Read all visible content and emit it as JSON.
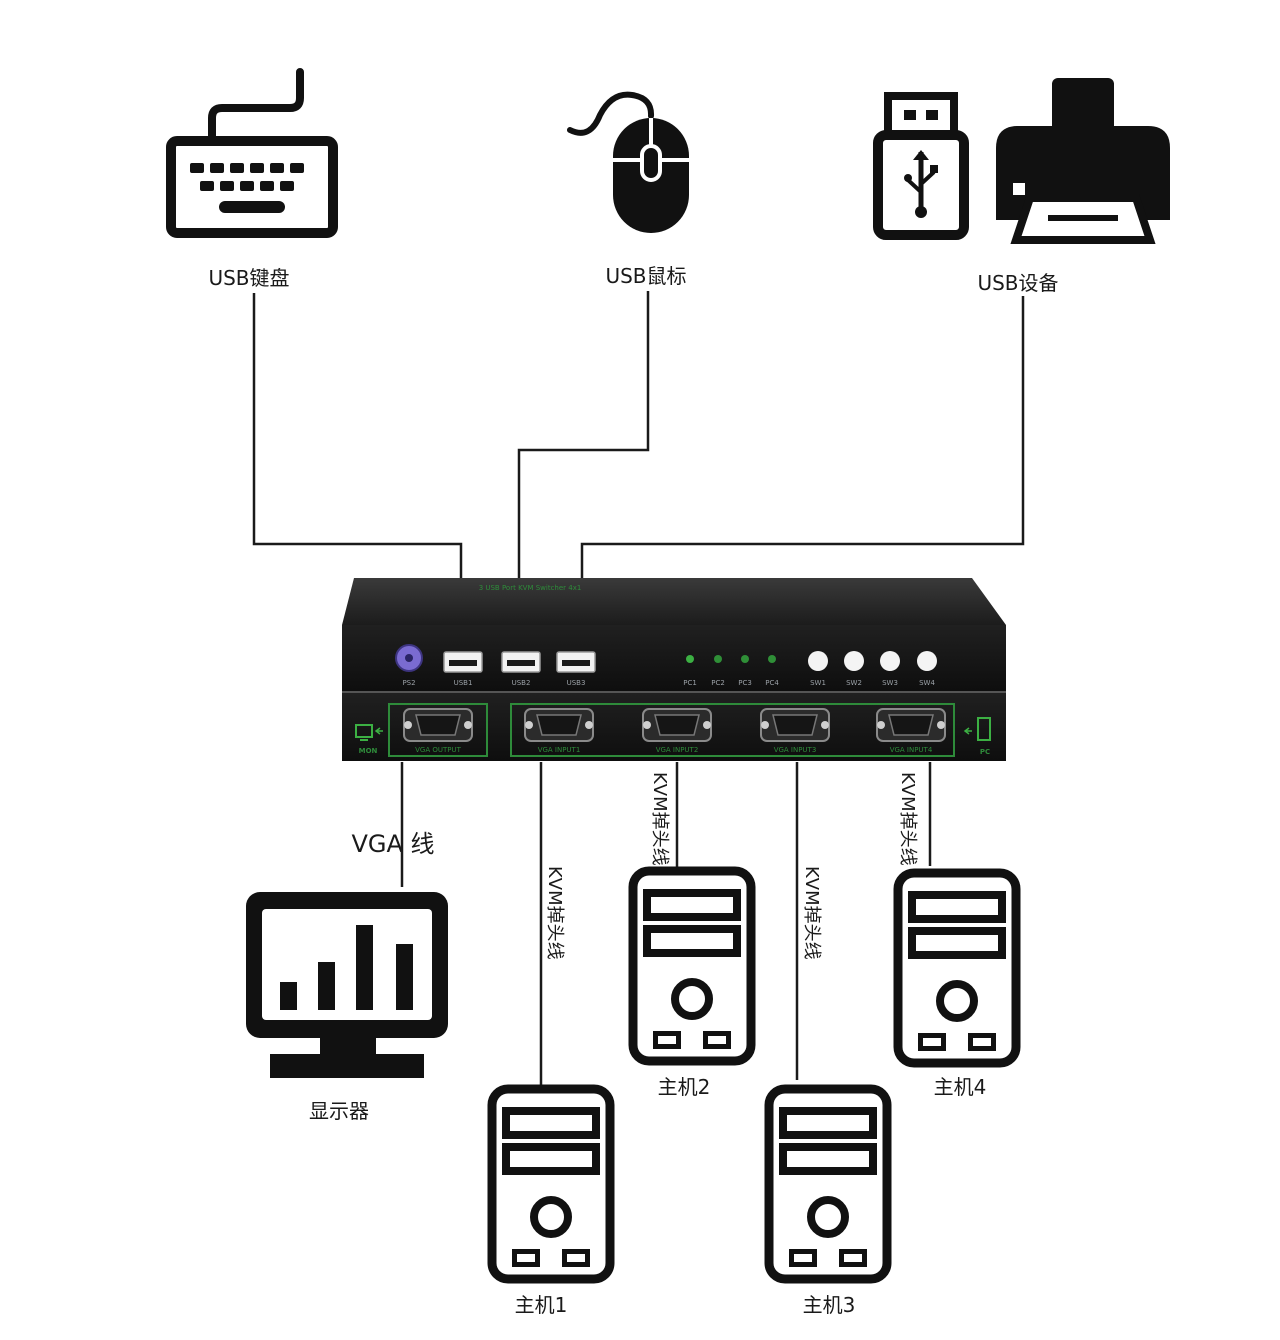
{
  "peripherals": {
    "keyboard_label": "USB键盘",
    "mouse_label": "USB鼠标",
    "usb_device_label": "USB设备",
    "icons": [
      "keyboard-icon",
      "mouse-icon",
      "usb-drive-icon",
      "printer-icon"
    ]
  },
  "switch": {
    "top_label": "3 USB Port KVM Switcher 4x1",
    "front_ports": [
      "PS2",
      "USB1",
      "USB2",
      "USB3"
    ],
    "leds": [
      "PC1",
      "PC2",
      "PC3",
      "PC4"
    ],
    "buttons": [
      "SW1",
      "SW2",
      "SW3",
      "SW4"
    ],
    "vga_output": "VGA OUTPUT",
    "vga_inputs": [
      "VGA INPUT1",
      "VGA INPUT2",
      "VGA INPUT3",
      "VGA INPUT4"
    ],
    "mon_label": "MON",
    "pc_label": "PC",
    "accent_color": "#3cb043"
  },
  "cables": {
    "vga": "VGA  线",
    "kvm": "KVM掉头线"
  },
  "devices": {
    "monitor_label": "显示器",
    "hosts": [
      "主机1",
      "主机2",
      "主机3",
      "主机4"
    ]
  }
}
